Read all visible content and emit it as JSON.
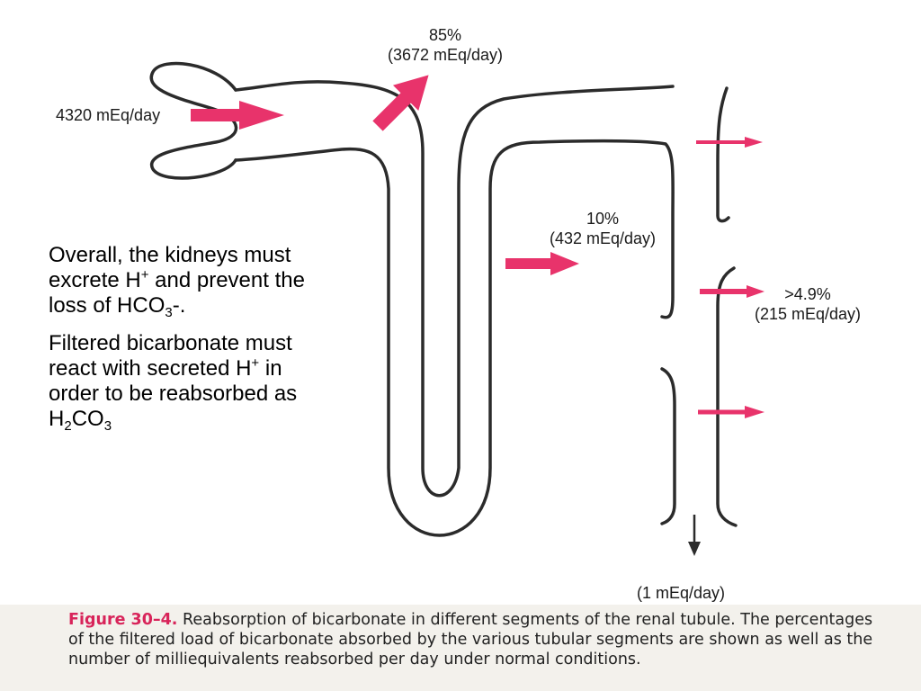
{
  "colors": {
    "arrow": "#e8336b",
    "tubule": "#2b2b2b",
    "caption_label": "#d8245a"
  },
  "labels": {
    "input": "4320 mEq/day",
    "proximal_pct": "85%",
    "proximal_amount": "(3672 mEq/day)",
    "loop_pct": "10%",
    "loop_amount": "(432 mEq/day)",
    "distal_pct": ">4.9%",
    "distal_amount": "(215 mEq/day)",
    "urine_amount": "(1 mEq/day)"
  },
  "overlay": {
    "p1_a": "Overall, the kidneys must excrete H",
    "p1_sup": "+",
    "p1_b": " and prevent the loss of HCO",
    "p1_sub": "3",
    "p1_c": "-.",
    "p2_a": "Filtered bicarbonate must react with secreted H",
    "p2_sup": "+",
    "p2_b": " in order to be reabsorbed as H",
    "p2_sub1": "2",
    "p2_c": "CO",
    "p2_sub2": "3"
  },
  "caption": {
    "label": "Figure 30–4.",
    "text": " Reabsorption of bicarbonate in different segments of the renal tubule. The percentages of the filtered load of bicarbonate absorbed by the various tubular segments are shown as well as the number of milliequivalents reabsorbed per day under normal conditions."
  }
}
